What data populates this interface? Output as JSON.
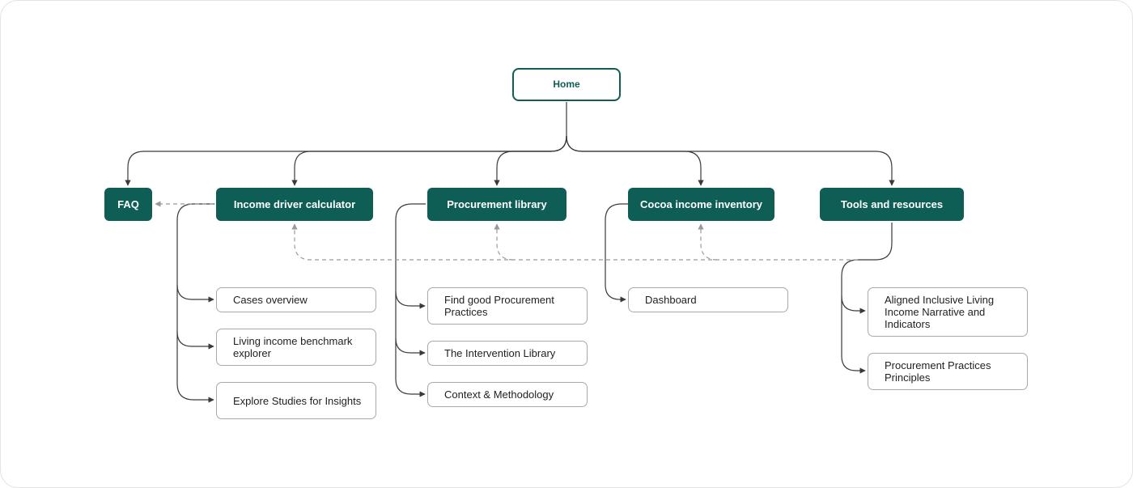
{
  "sitemap": {
    "home": "Home",
    "sections": {
      "faq": "FAQ",
      "income_driver_calculator": {
        "label": "Income driver calculator",
        "children": [
          "Cases overview",
          "Living income benchmark explorer",
          "Explore Studies for Insights"
        ]
      },
      "procurement_library": {
        "label": "Procurement library",
        "children": [
          "Find good Procurement Practices",
          "The Intervention Library",
          "Context & Methodology"
        ]
      },
      "cocoa_income_inventory": {
        "label": "Cocoa income inventory",
        "children": [
          "Dashboard"
        ]
      },
      "tools_and_resources": {
        "label": "Tools and resources",
        "children": [
          "Aligned Inclusive Living Income Narrative and Indicators",
          "Procurement Practices Principles"
        ]
      }
    }
  },
  "colors": {
    "primary": "#0e5e56",
    "connector": "#3a3a3a",
    "dashed_connector": "#9a9a9a",
    "child_border": "#a9a9a9"
  }
}
